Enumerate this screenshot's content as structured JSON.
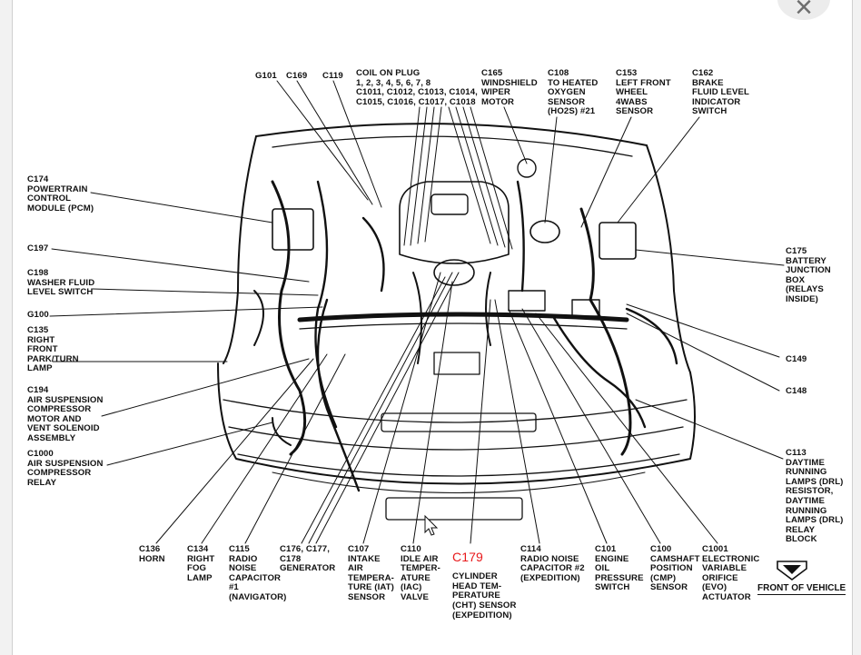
{
  "window": {
    "close_label": "×"
  },
  "labels": {
    "g101": "G101",
    "c169": "C169",
    "c119": "C119",
    "coil": "COIL ON PLUG\n1, 2, 3, 4, 5, 6, 7, 8\nC1011, C1012, C1013, C1014,\nC1015, C1016, C1017, C1018",
    "c165": "C165\nWINDSHIELD\nWIPER\nMOTOR",
    "c108": "C108\nTO HEATED\nOXYGEN\nSENSOR\n(HO2S) #21",
    "c153": "C153\nLEFT FRONT\nWHEEL\n4WABS\nSENSOR",
    "c162": "C162\nBRAKE\nFLUID LEVEL\nINDICATOR\nSWITCH",
    "c174": "C174\nPOWERTRAIN\nCONTROL\nMODULE (PCM)",
    "c197": "C197",
    "c198": "C198\nWASHER FLUID\nLEVEL SWITCH",
    "g100": "G100",
    "c135": "C135\nRIGHT\nFRONT\nPARK/TURN\nLAMP",
    "c194": "C194\nAIR SUSPENSION\nCOMPRESSOR\nMOTOR AND\nVENT SOLENOID\nASSEMBLY",
    "c1000": "C1000\nAIR SUSPENSION\nCOMPRESSOR\nRELAY",
    "c175": "C175\nBATTERY\nJUNCTION\nBOX\n(RELAYS\nINSIDE)",
    "c149": "C149",
    "c148": "C148",
    "c113": "C113\nDAYTIME\nRUNNING\nLAMPS (DRL)\nRESISTOR,\nDAYTIME\nRUNNING\nLAMPS (DRL)\nRELAY\nBLOCK",
    "c136": "C136\nHORN",
    "c134": "C134\nRIGHT\nFOG\nLAMP",
    "c115": "C115\nRADIO\nNOISE\nCAPACITOR\n#1\n(NAVIGATOR)",
    "c176": "C176, C177,\nC178\nGENERATOR",
    "c107": "C107\nINTAKE\nAIR\nTEMPERA-\nTURE (IAT)\nSENSOR",
    "c110": "C110\nIDLE AIR\nTEMPER-\nATURE\n(IAC)\nVALVE",
    "c179_code": "C179",
    "c179_text": "CYLINDER\nHEAD TEM-\nPERATURE\n(CHT) SENSOR\n(EXPEDITION)",
    "c114": "C114\nRADIO NOISE\nCAPACITOR #2\n(EXPEDITION)",
    "c101": "C101\nENGINE\nOIL\nPRESSURE\nSWITCH",
    "c100": "C100\nCAMSHAFT\nPOSITION\n(CMP)\nSENSOR",
    "c1001": "C1001\nELECTRONIC\nVARIABLE\nORIFICE\n(EVO)\nACTUATOR",
    "front": "FRONT OF VEHICLE"
  },
  "colors": {
    "ink": "#111111",
    "highlight": "#e8191b",
    "frame": "#f2f2f2"
  }
}
